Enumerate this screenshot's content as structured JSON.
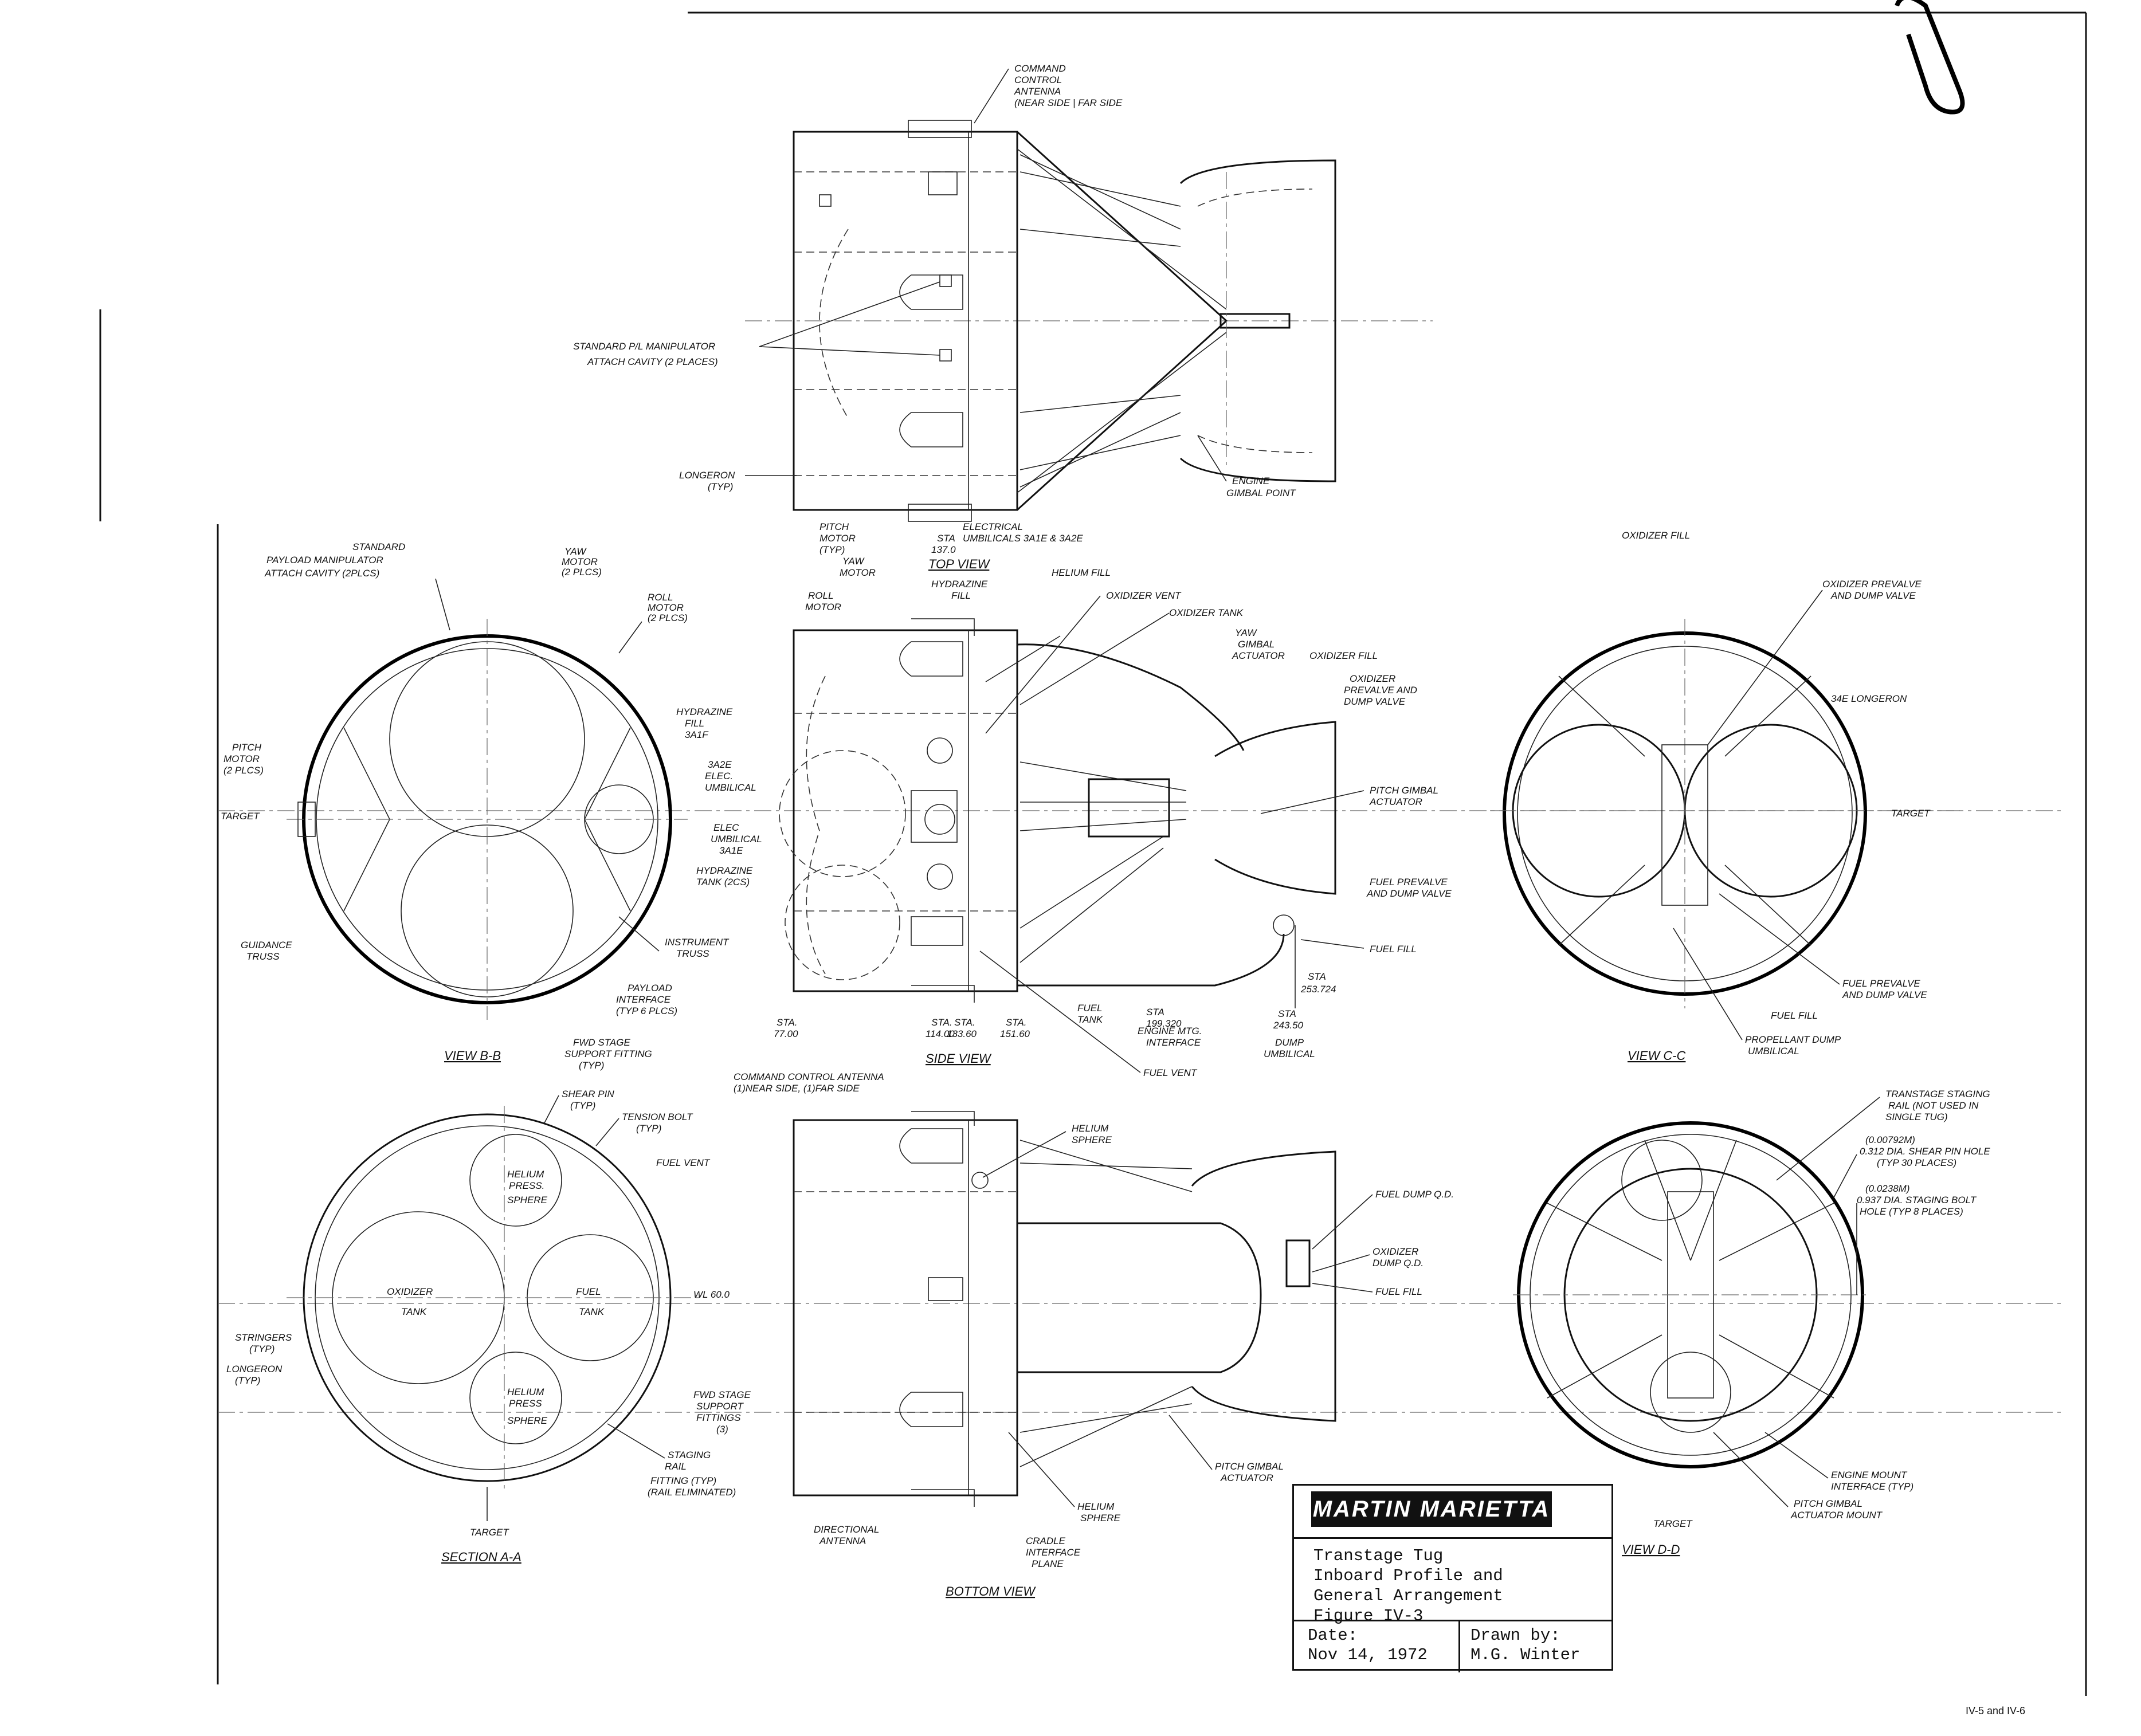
{
  "title_block": {
    "company": "MARTIN MARIETTA",
    "title_lines": [
      "Transtage Tug",
      "Inboard Profile and",
      "General Arrangement",
      "Figure IV-3"
    ],
    "date_label": "Date:",
    "date_value": "Nov 14, 1972",
    "drawn_label": "Drawn by:",
    "drawn_value": "M.G. Winter"
  },
  "page_ref": "IV-5 and IV-6",
  "views": {
    "top_view": "TOP VIEW",
    "side_view": "SIDE VIEW",
    "bottom_view": "BOTTOM VIEW",
    "view_bb": "VIEW B-B",
    "view_cc": "VIEW C-C",
    "section_aa": "SECTION A-A",
    "view_dd": "VIEW D-D"
  },
  "callouts": {
    "top": [
      "COMMAND",
      "CONTROL",
      "ANTENNA",
      "(NEAR SIDE | FAR SIDE",
      "STANDARD P/L MANIPULATOR",
      "ATTACH CAVITY (2 PLACES)",
      "LONGERON",
      "(TYP)",
      "ENGINE",
      "GIMBAL POINT",
      "PITCH",
      "MOTOR",
      "(TYP)",
      "STA",
      "137.0",
      "ELECTRICAL",
      "UMBILICALS 3A1E & 3A2E"
    ],
    "side": [
      "YAW",
      "MOTOR",
      "ROLL",
      "MOTOR",
      "HYDRAZINE",
      "FILL",
      "HELIUM FILL",
      "OXIDIZER VENT",
      "OXIDIZER TANK",
      "YAW",
      "GIMBAL",
      "ACTUATOR",
      "OXIDIZER FILL",
      "OXIDIZER",
      "PREVALVE AND",
      "DUMP VALVE",
      "PITCH GIMBAL",
      "ACTUATOR",
      "FUEL PREVALVE",
      "AND DUMP VALVE",
      "FUEL FILL",
      "FUEL",
      "TANK",
      "ENGINE MTG.",
      "INTERFACE",
      "DUMP",
      "UMBILICAL",
      "FUEL VENT"
    ],
    "stations": [
      "STA.",
      "77.00",
      "STA.",
      "114.00",
      "STA.",
      "133.60",
      "STA.",
      "151.60",
      "STA",
      "199.320",
      "STA",
      "243.50",
      "STA",
      "253.724"
    ],
    "bb": [
      "STANDARD",
      "PAYLOAD MANIPULATOR",
      "ATTACH CAVITY (2PLCS)",
      "YAW",
      "MOTOR",
      "(2 PLCS)",
      "ROLL",
      "MOTOR",
      "(2 PLCS)",
      "HYDRAZINE",
      "FILL",
      "3A1F",
      "3A2E",
      "ELEC.",
      "UMBILICAL",
      "ELEC",
      "UMBILICAL",
      "3A1E",
      "HYDRAZINE",
      "TANK (2CS)",
      "INSTRUMENT",
      "TRUSS",
      "PAYLOAD",
      "INTERFACE",
      "(TYP 6 PLCS)",
      "FWD STAGE",
      "SUPPORT FITTING",
      "(TYP)",
      "GUIDANCE",
      "TRUSS",
      "PITCH",
      "MOTOR",
      "(2 PLCS)",
      "TARGET"
    ],
    "cc": [
      "OXIDIZER FILL",
      "OXIDIZER PREVALVE",
      "AND DUMP VALVE",
      "34E LONGERON",
      "TARGET",
      "FUEL PREVALVE",
      "AND DUMP VALVE",
      "FUEL FILL",
      "PROPELLANT DUMP",
      "UMBILICAL"
    ],
    "aa": [
      "SHEAR PIN",
      "(TYP)",
      "TENSION BOLT",
      "(TYP)",
      "FUEL VENT",
      "HELIUM",
      "PRESS.",
      "SPHERE",
      "OXIDIZER",
      "TANK",
      "FUEL",
      "TANK",
      "HELIUM",
      "PRESS",
      "SPHERE",
      "STRINGERS",
      "(TYP)",
      "LONGERON",
      "(TYP)",
      "STAGING",
      "RAIL",
      "FITTING (TYP)",
      "(RAIL ELIMINATED)",
      "TARGET",
      "WL 60.0"
    ],
    "bottom": [
      "COMMAND CONTROL ANTENNA",
      "(1)NEAR SIDE, (1)FAR SIDE",
      "HELIUM",
      "SPHERE",
      "FUEL DUMP Q.D.",
      "OXIDIZER",
      "DUMP Q.D.",
      "FUEL FILL",
      "FWD STAGE",
      "SUPPORT",
      "FITTINGS",
      "(3)",
      "DIRECTIONAL",
      "ANTENNA",
      "CRADLE",
      "INTERFACE",
      "PLANE",
      "HELIUM",
      "SPHERE",
      "PITCH GIMBAL",
      "ACTUATOR"
    ],
    "dd": [
      "TRANSTAGE STAGING",
      "RAIL (NOT USED IN",
      "SINGLE TUG)",
      "(0.00792M)",
      "0.312 DIA. SHEAR PIN HOLE",
      "(TYP 30 PLACES)",
      "(0.0238M)",
      "0.937 DIA. STAGING BOLT",
      "HOLE (TYP 8 PLACES)",
      "ENGINE MOUNT",
      "INTERFACE (TYP)",
      "PITCH GIMBAL",
      "ACTUATOR MOUNT",
      "TARGET"
    ]
  }
}
